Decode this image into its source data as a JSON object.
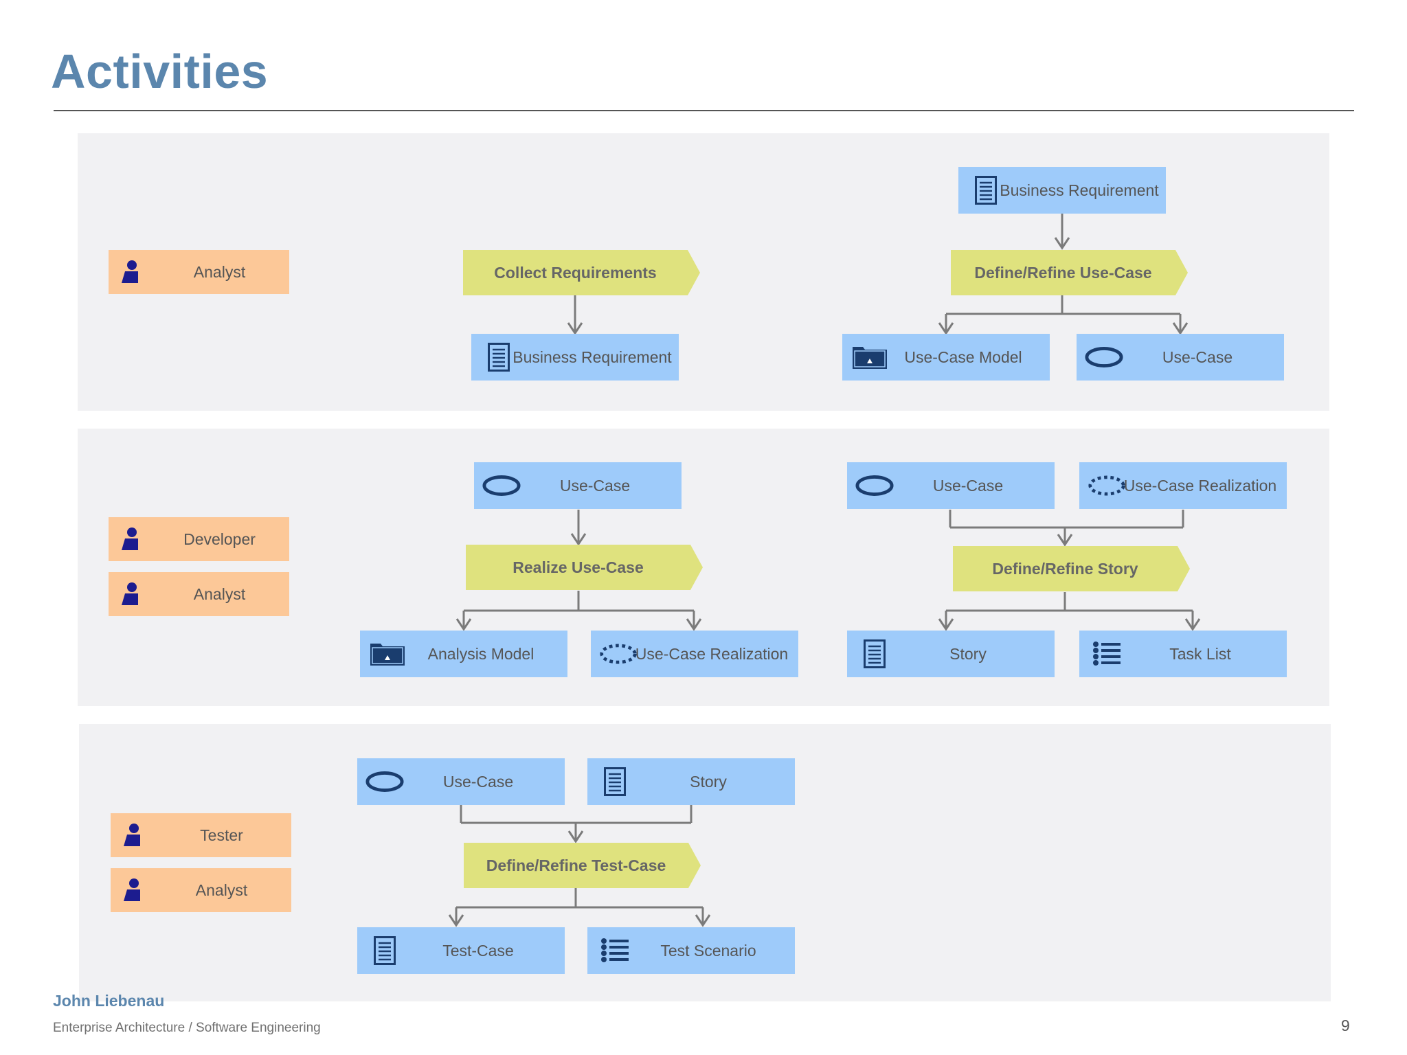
{
  "title": "Activities",
  "colors": {
    "title": "#5b86ad",
    "panel": "#f1f1f3",
    "role": "#fcc898",
    "activity": "#dfe27e",
    "artifact": "#9ecbfa",
    "icon": "#1a3d6e",
    "role_icon": "#1c1c8f",
    "connector": "#7b7b7b"
  },
  "swimlanes": [
    {
      "roles": [
        {
          "label": "Analyst",
          "icon": "person-icon"
        }
      ],
      "flows": [
        {
          "inputs": [],
          "activity": "Collect Requirements",
          "outputs": [
            {
              "label": "Business Requirement",
              "icon": "document-icon"
            }
          ]
        },
        {
          "inputs": [
            {
              "label": "Business Requirement",
              "icon": "document-icon"
            }
          ],
          "activity": "Define/Refine Use-Case",
          "outputs": [
            {
              "label": "Use-Case Model",
              "icon": "model-folder-icon"
            },
            {
              "label": "Use-Case",
              "icon": "use-case-ellipse-icon"
            }
          ]
        }
      ]
    },
    {
      "roles": [
        {
          "label": "Developer",
          "icon": "person-icon"
        },
        {
          "label": "Analyst",
          "icon": "person-icon"
        }
      ],
      "flows": [
        {
          "inputs": [
            {
              "label": "Use-Case",
              "icon": "use-case-ellipse-icon"
            }
          ],
          "activity": "Realize Use-Case",
          "outputs": [
            {
              "label": "Analysis Model",
              "icon": "model-folder-icon"
            },
            {
              "label": "Use-Case Realization",
              "icon": "realization-dashed-ellipse-icon"
            }
          ]
        },
        {
          "inputs": [
            {
              "label": "Use-Case",
              "icon": "use-case-ellipse-icon"
            },
            {
              "label": "Use-Case Realization",
              "icon": "realization-dashed-ellipse-icon"
            }
          ],
          "activity": "Define/Refine Story",
          "outputs": [
            {
              "label": "Story",
              "icon": "document-icon"
            },
            {
              "label": "Task List",
              "icon": "list-icon"
            }
          ]
        }
      ]
    },
    {
      "roles": [
        {
          "label": "Tester",
          "icon": "person-icon"
        },
        {
          "label": "Analyst",
          "icon": "person-icon"
        }
      ],
      "flows": [
        {
          "inputs": [
            {
              "label": "Use-Case",
              "icon": "use-case-ellipse-icon"
            },
            {
              "label": "Story",
              "icon": "document-icon"
            }
          ],
          "activity": "Define/Refine Test-Case",
          "outputs": [
            {
              "label": "Test-Case",
              "icon": "document-icon"
            },
            {
              "label": "Test Scenario",
              "icon": "list-icon"
            }
          ]
        }
      ]
    }
  ],
  "footer": {
    "author": "John Liebenau",
    "subtitle": "Enterprise Architecture / Software Engineering",
    "page": "9"
  }
}
